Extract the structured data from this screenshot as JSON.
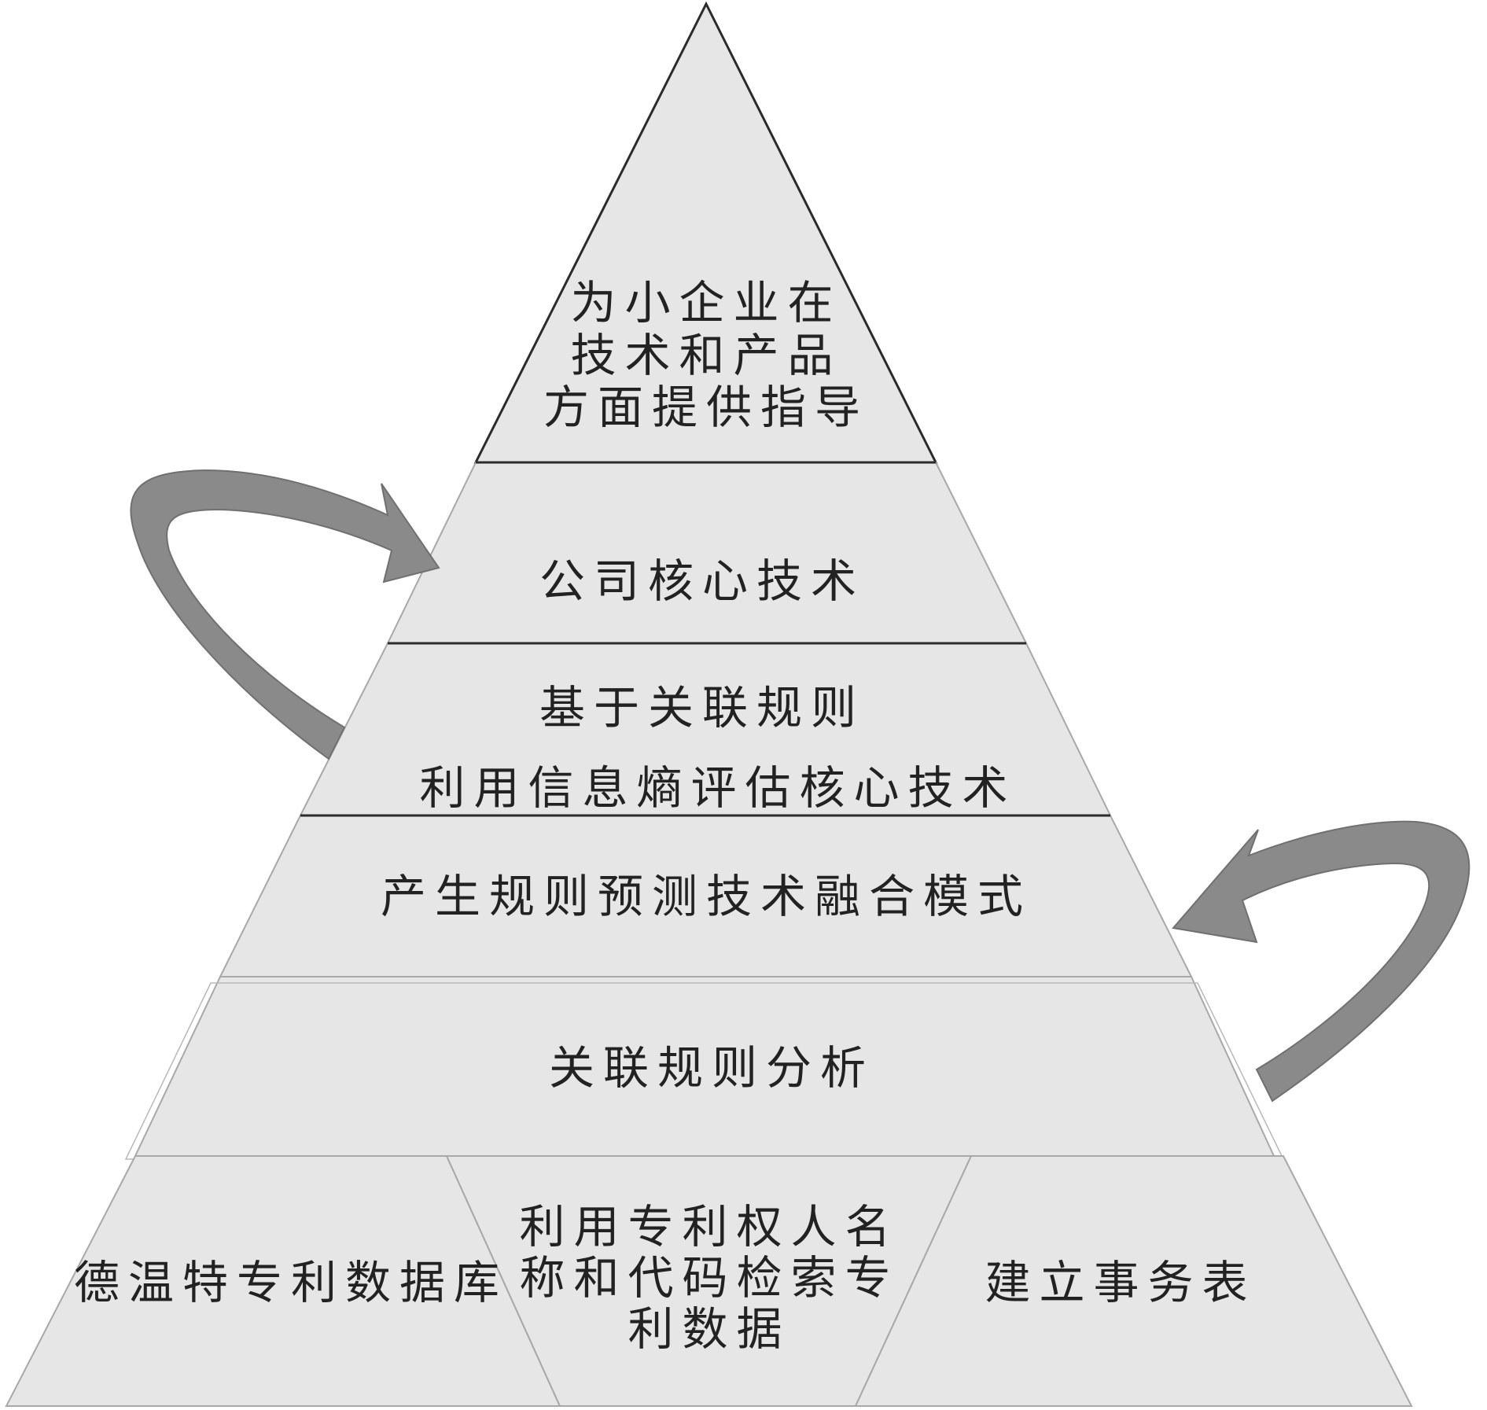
{
  "pyramid": {
    "top": {
      "lines": [
        "为小企业在",
        "技术和产品",
        "方面提供指导"
      ]
    },
    "core": {
      "text": "公司核心技术"
    },
    "assoc_entropy": {
      "lines": [
        "基于关联规则",
        "利用信息熵评估核心技术"
      ]
    },
    "fusion": {
      "text": "产生规则预测技术融合模式"
    },
    "analysis": {
      "text": "关联规则分析"
    },
    "base": {
      "left": {
        "text": "德温特专利数据库"
      },
      "middle": {
        "lines": [
          "利用专利权人名",
          "称和代码检索专",
          "利数据"
        ]
      },
      "right": {
        "text": "建立事务表"
      }
    }
  },
  "colors": {
    "fill": "#e6e6e6",
    "stroke_dark": "#2b2b2b",
    "stroke_light": "#a8a8a8",
    "arrow": "#8a8a8a",
    "text": "#222222"
  }
}
